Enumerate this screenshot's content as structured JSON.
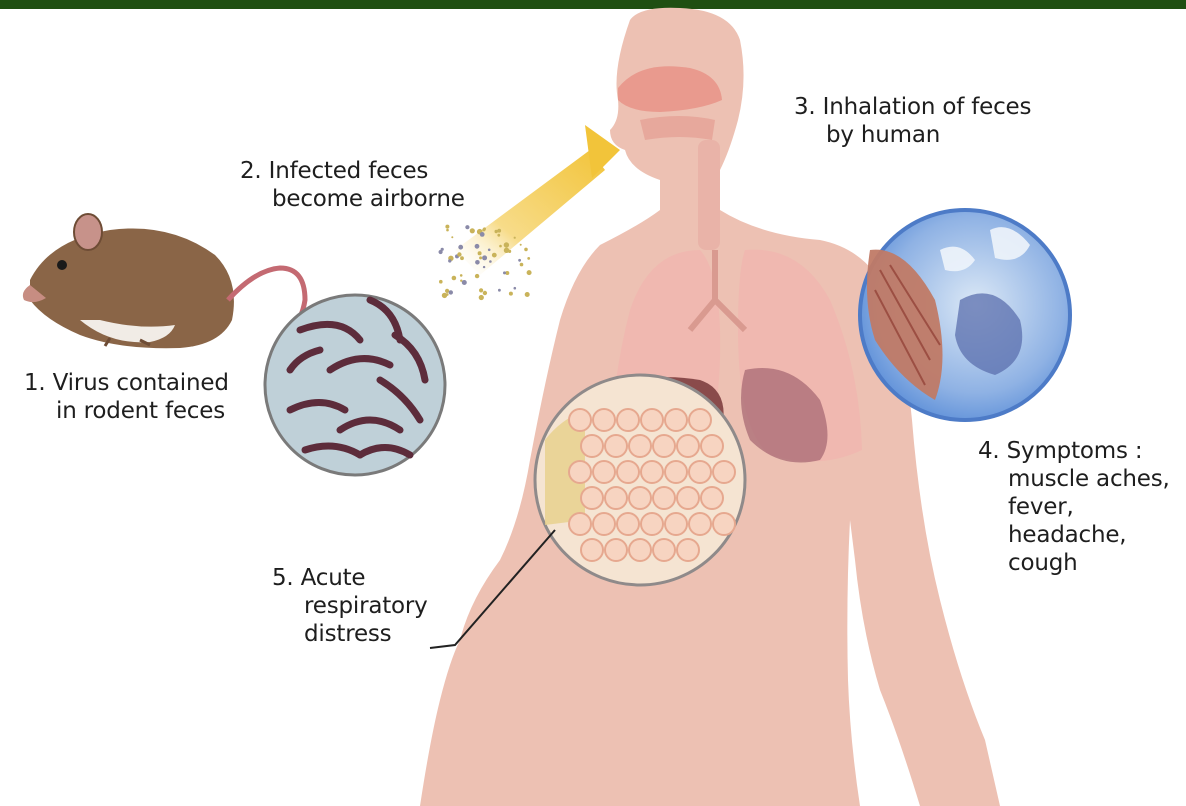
{
  "colors": {
    "top_bar": "#1f4f12",
    "body": "#edc1b3",
    "lung": "#f0b8b0",
    "liver": "#8a4b4b",
    "alveoli": "#f7d4c1",
    "virus_circle": "#bfd0d8",
    "virus_particle": "#5d2c3b",
    "symptom_circle": "#5b8ed8",
    "rodent": "#8a6547",
    "airborne": "#f2c43a"
  },
  "icons": {
    "rodent": "rodent-icon",
    "body": "human-body-icon",
    "virus": "virus-magnified-icon",
    "airborne": "airborne-particles-icon",
    "symptoms": "muscle-tissue-magnified-icon",
    "lung_tissue": "alveoli-magnified-icon"
  },
  "steps": [
    {
      "lines": [
        "1. Virus contained",
        "in rodent feces"
      ]
    },
    {
      "lines": [
        "2. Infected feces",
        "become airborne"
      ]
    },
    {
      "lines": [
        "3. Inhalation of feces",
        "by human"
      ]
    },
    {
      "lines": [
        "4. Symptoms :",
        "muscle aches,",
        "fever,",
        "headache,",
        "cough"
      ]
    },
    {
      "lines": [
        "5. Acute",
        "respiratory",
        "distress"
      ]
    }
  ]
}
